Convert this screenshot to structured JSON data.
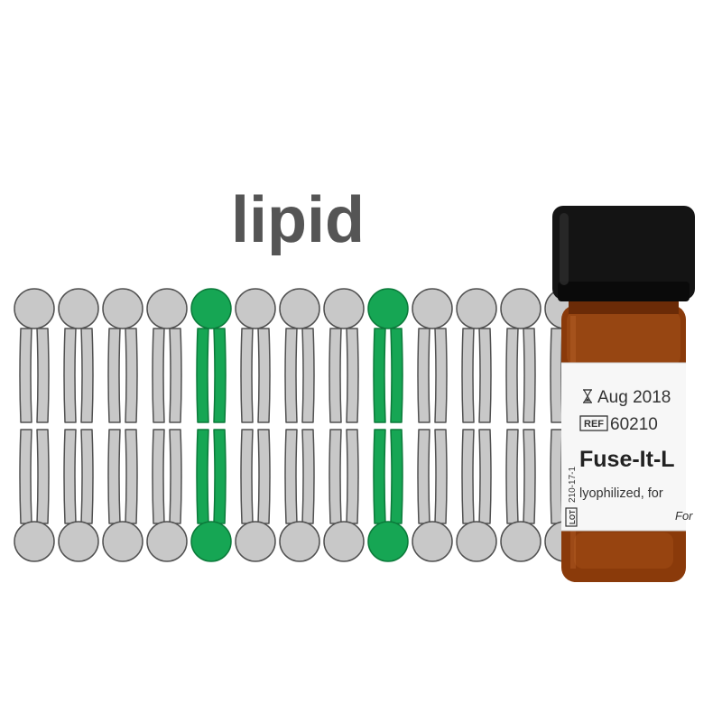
{
  "title": "lipid",
  "colors": {
    "gray_fill": "#c8c8c8",
    "gray_stroke": "#505050",
    "green_fill": "#16a654",
    "green_stroke": "#0b7a3a",
    "title": "#555555",
    "vial_glass": "#8e3d0c",
    "vial_cap": "#111111",
    "label_bg": "#f7f7f7"
  },
  "lipids": {
    "count": 13,
    "green_positions": [
      4,
      8
    ]
  },
  "vial": {
    "expiry_icon": "hourglass-icon",
    "expiry": "Aug 2018",
    "ref_box": "REF",
    "ref_number": "60210",
    "product_name": "Fuse-It-L",
    "description": "lyophilized, for",
    "footer": "For",
    "lot_box": "LOT",
    "lot_number": "210-17-1"
  }
}
